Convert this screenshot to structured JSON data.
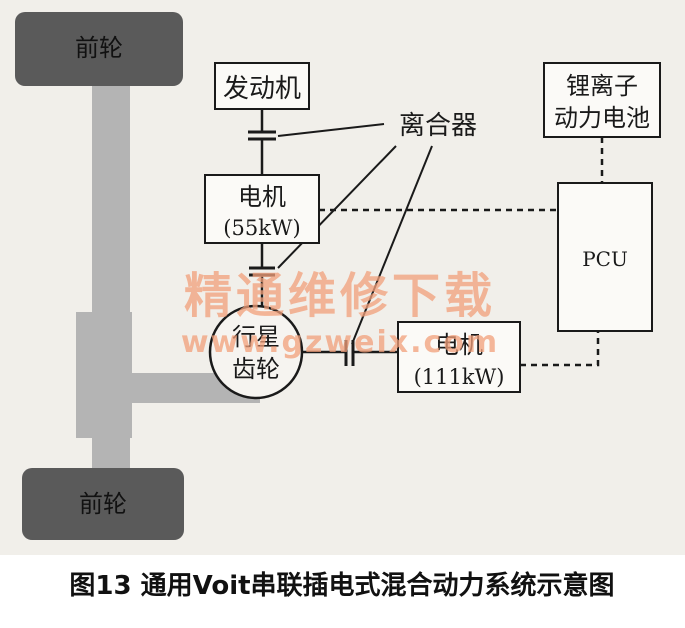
{
  "diagram": {
    "wheels": {
      "front_top": "前轮",
      "front_bottom": "前轮"
    },
    "engine": "发动机",
    "clutch_label": "离合器",
    "battery": [
      "锂离子",
      "动力电池"
    ],
    "motor_small": [
      "电机",
      "(55kW)"
    ],
    "pcu": "PCU",
    "planetary": [
      "行星",
      "齿轮"
    ],
    "motor_large": [
      "电机",
      "(111kW)"
    ],
    "watermark": [
      "精通维修下载",
      "www.gzweix.com"
    ]
  },
  "caption": "图13 通用Voit串联插电式混合动力系统示意图",
  "colors": {
    "panel_bg": "#f1efea",
    "wheel_fill": "#5a5a5a",
    "shaft_gray": "#b4b4b4",
    "line": "#1a1a1a",
    "watermark": "#f2a07a"
  }
}
